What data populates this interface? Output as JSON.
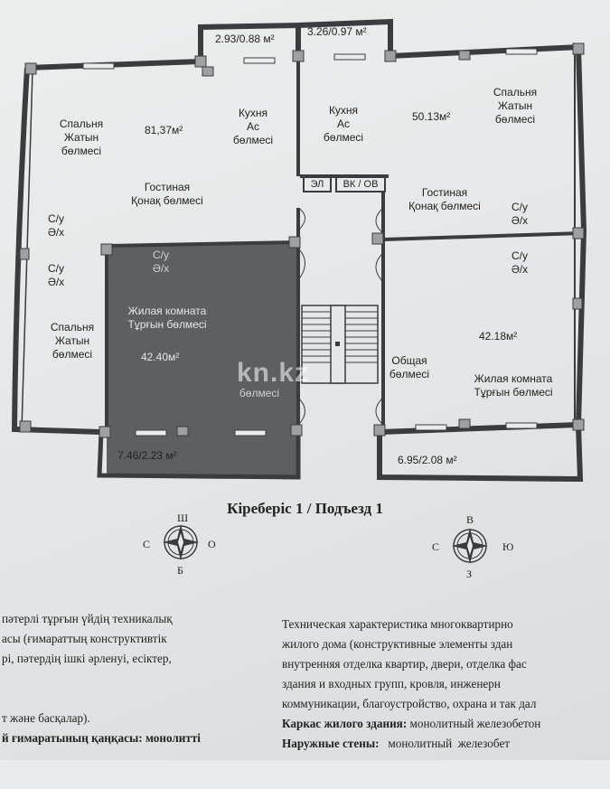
{
  "rooms": {
    "bedroom_left_top": "Спальня\nЖатын\nбөлмесі",
    "bedroom_left_bottom": "Спальня\nЖатын\nбөлмесі",
    "bedroom_right": "Спальня\nЖатын\nбөлмесі",
    "kitchen_left": "Кухня\nАс\nбөлмесі",
    "kitchen_right": "Кухня\nАс\nбөлмесі",
    "living_left": "Гостиная\nҚонақ бөлмесі",
    "living_right": "Гостиная\nҚонақ бөлмесі",
    "residential_left": "Жилая комната\nТұрғын бөлмесі",
    "residential_right": "Жилая комната\nТұрғын бөлмесі",
    "bath_1": "С/у\nӘ/х",
    "bath_2": "С/у\nӘ/х",
    "bath_3": "С/у\nӘ/х",
    "bath_4": "С/у\nӘ/х",
    "bath_5": "С/у\nӘ/х",
    "el": "ЭЛ",
    "vk": "ВК / ОВ",
    "common_room": "Общая\nбөлмесі",
    "shaded_room": "бөлмесі"
  },
  "areas": {
    "apt_left": "81,37м²",
    "apt_right": "50.13м²",
    "apt_right_bottom": "42.18м²",
    "apt_left_shaded": "42.40м²",
    "balcony_top_1": "2.93/0.88 м²",
    "balcony_top_2": "3.26/0.97 м²",
    "balcony_bottom_left": "7.46/2.23 м²",
    "balcony_bottom_right": "6.95/2.08 м²"
  },
  "title": "Кіреберіс 1 / Подъезд 1",
  "compass_left": {
    "n": "Ш",
    "w": "С",
    "e": "О",
    "s": "Б"
  },
  "compass_right": {
    "n": "В",
    "w": "С",
    "e": "Ю",
    "s": "З"
  },
  "watermark": "kn.kz",
  "text_left": [
    "пәтерлі тұрғын үйдің техникалық",
    "асы (ғимараттың конструктивтік",
    "рі, пәтердің ішкі әрленуі, есіктер,",
    "",
    "",
    "т және басқалар).",
    "й ғимаратының қаңқасы: монолитті"
  ],
  "text_right": [
    "Техническая характеристика многоквартирно",
    "жилого дома (конструктивные элементы здан",
    "внутренняя отделка квартир, двери, отделка фас",
    "здания и входных групп, кровля, инженерн",
    "коммуникации, благоустройство, охрана и так дал",
    "Каркас жилого здания: монолитный железобетон",
    "Наружные стены: монолитный железобет"
  ],
  "text_right_bold": {
    "line6": "Каркас жилого здания:",
    "line7": "Наружные стены:"
  },
  "colors": {
    "wall": "#3a3d40",
    "shaded_room": "#5d6063",
    "paper": "#e9ebec"
  }
}
